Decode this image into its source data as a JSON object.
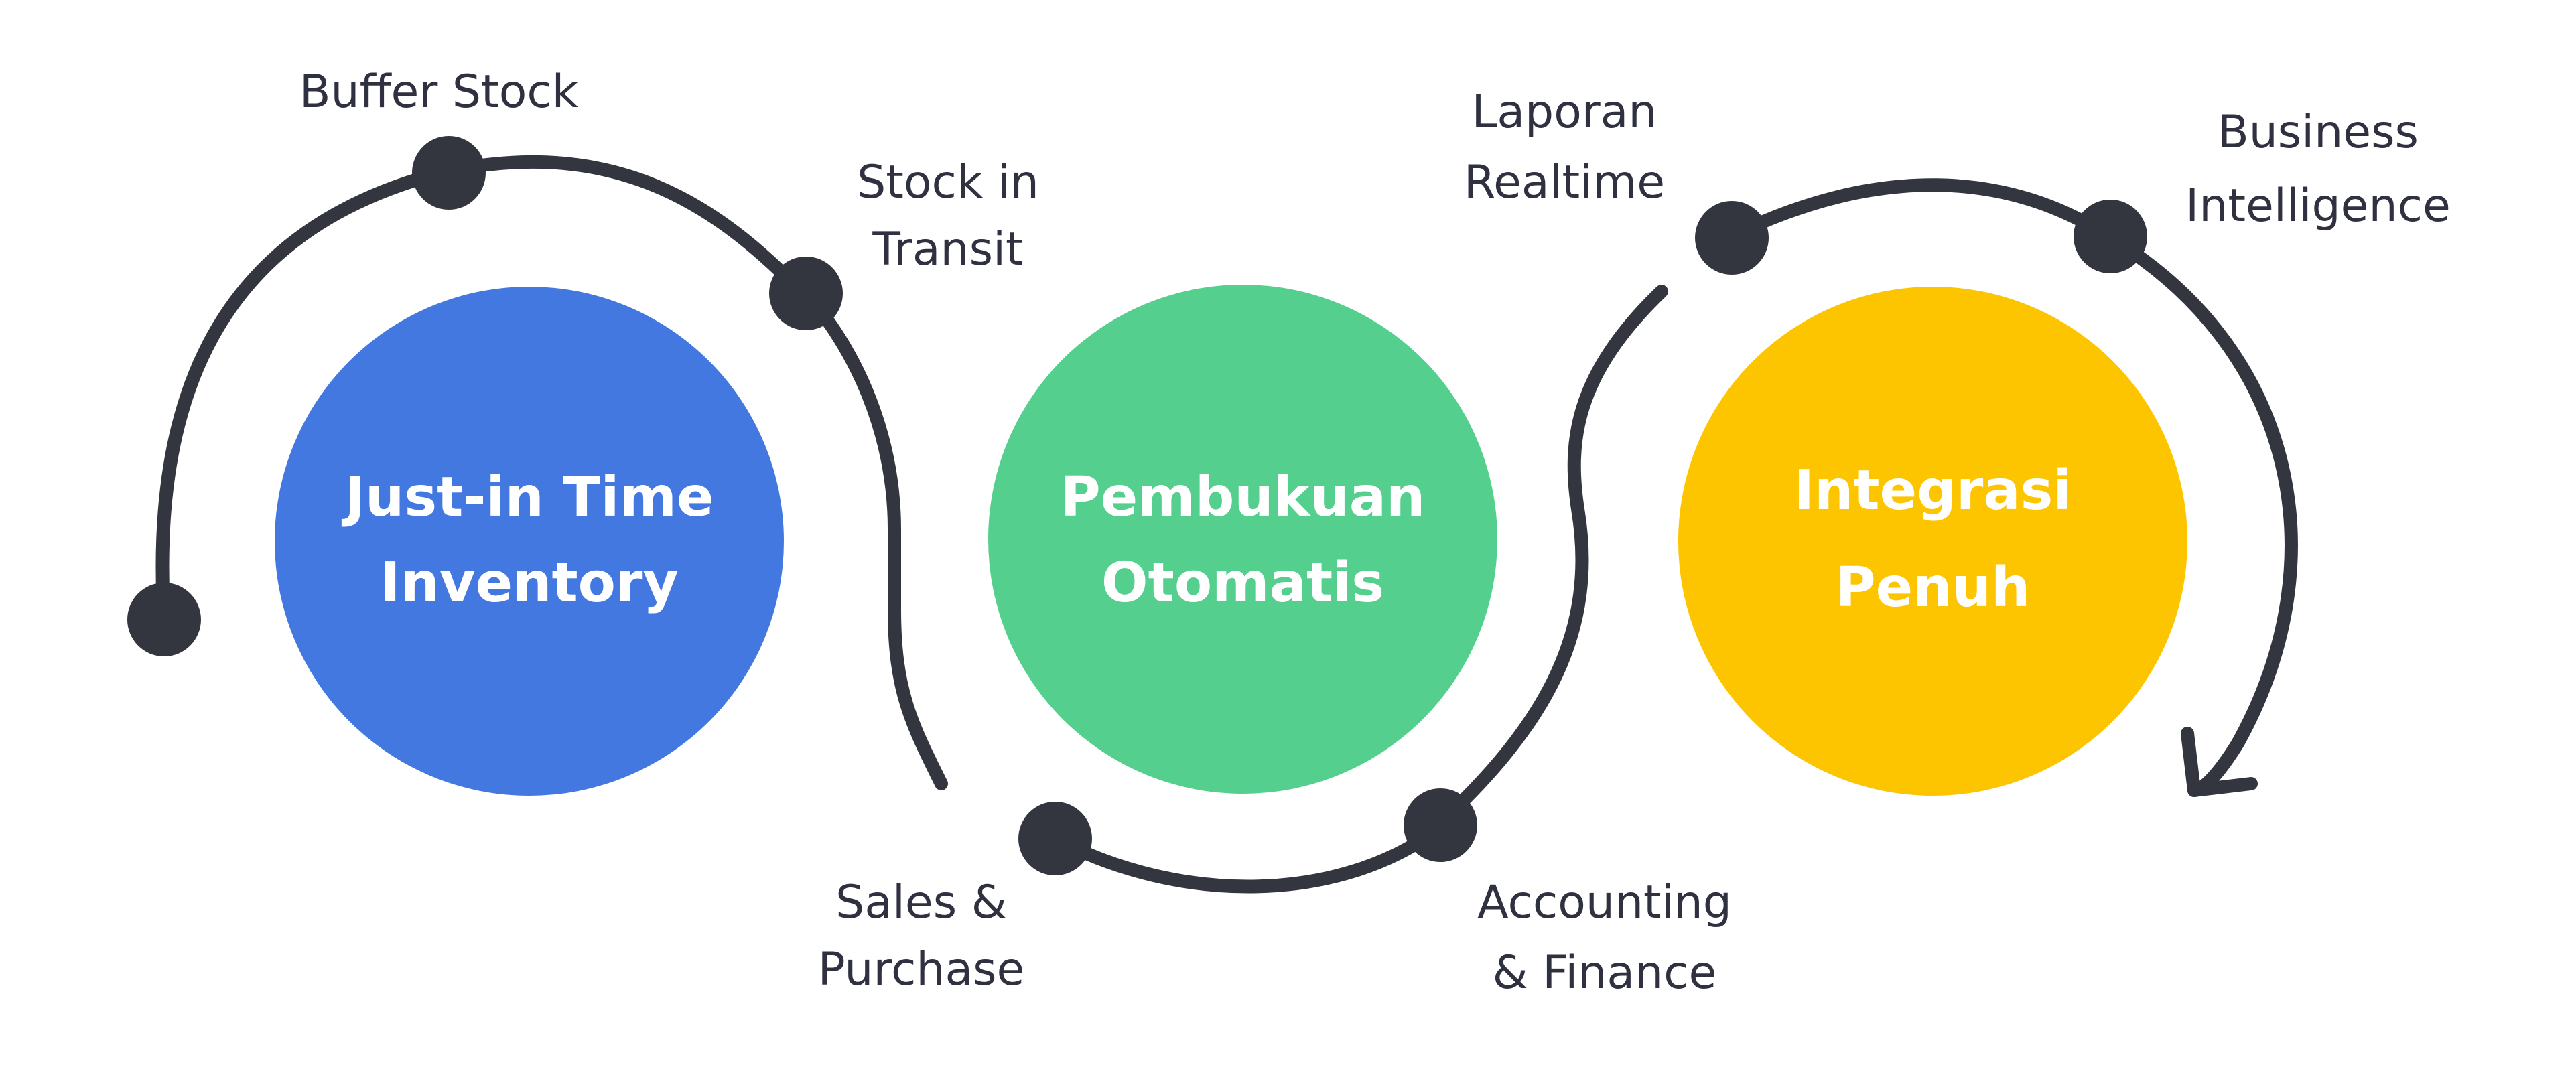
{
  "colors": {
    "circle_blue": "#4278E0",
    "circle_green": "#55CF8D",
    "circle_yellow": "#FDC500",
    "line": "#33353F",
    "label_text": "#2F3140",
    "circle_text": "#FFFFFF"
  },
  "stages": [
    {
      "line1": "Just-in Time",
      "line2": "Inventory"
    },
    {
      "line1": "Pembukuan",
      "line2": "Otomatis"
    },
    {
      "line1": "Integrasi",
      "line2": "Penuh"
    }
  ],
  "nodes": {
    "buffer_stock": {
      "line1": "Buffer Stock"
    },
    "stock_in_transit": {
      "line1": "Stock in",
      "line2": "Transit"
    },
    "sales_purchase": {
      "line1": "Sales &",
      "line2": "Purchase"
    },
    "accounting_finance": {
      "line1": "Accounting",
      "line2": "& Finance"
    },
    "laporan_realtime": {
      "line1": "Laporan",
      "line2": "Realtime"
    },
    "business_intelligence": {
      "line1": "Business",
      "line2": "Intelligence"
    }
  }
}
